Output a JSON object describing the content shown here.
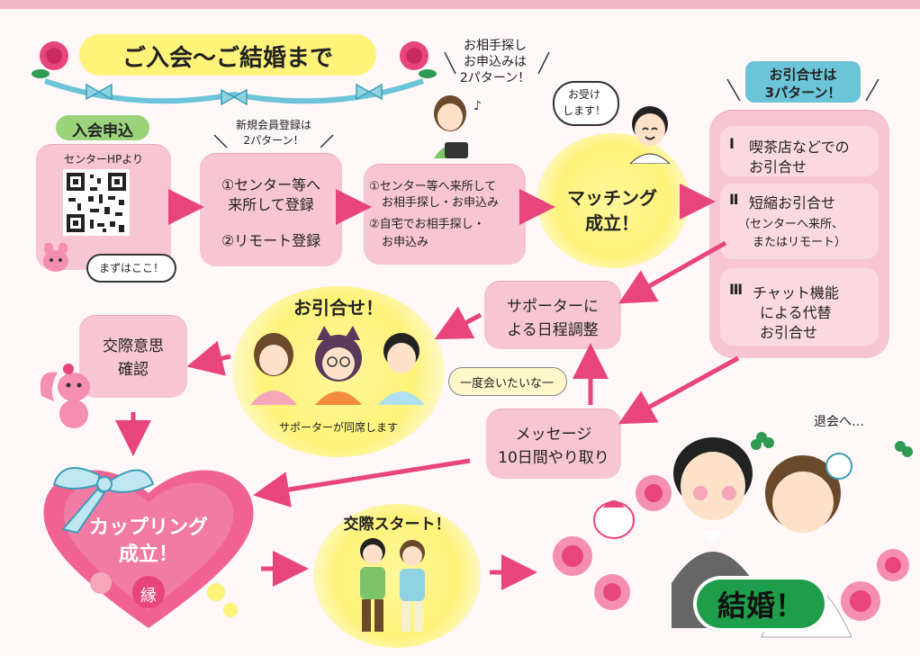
{
  "title": "ご入会〜ご結婚まで",
  "nyukai": {
    "heading": "入会申込",
    "hp_label": "センターHPより",
    "bubble": "まずはここ！"
  },
  "register": {
    "caption_line1": "新規会員登録は",
    "caption_line2": "2パターン！",
    "option1_line1": "①センター等へ",
    "option1_line2": "来所して登録",
    "option2": "②リモート登録"
  },
  "apply": {
    "caption_line1": "お相手探し",
    "caption_line2": "お申込みは",
    "caption_line3": "2パターン！",
    "line1": "①センター等へ来所して",
    "line2": "お相手探し・お申込み",
    "line3": "②自宅でお相手探し・",
    "line4": "お申込み"
  },
  "matching": {
    "bubble_line1": "お受け",
    "bubble_line2": "します！",
    "line1": "マッチング",
    "line2": "成立！"
  },
  "meeting_patterns": {
    "caption_line1": "お引合せは",
    "caption_line2": "3パターン！",
    "p1_num": "Ⅰ",
    "p1_line1": "喫茶店などでの",
    "p1_line2": "お引合せ",
    "p2_num": "Ⅱ",
    "p2_line1": "短縮お引合せ",
    "p2_line2": "（センターへ来所、",
    "p2_line3": "またはリモート）",
    "p3_num": "Ⅲ",
    "p3_line1": "チャット機能",
    "p3_line2": "による代替",
    "p3_line3": "お引合せ"
  },
  "supporter": {
    "line1": "サポーターに",
    "line2": "よる日程調整"
  },
  "hikiawase": {
    "title": "お引合せ！",
    "caption": "サポーターが同席します"
  },
  "kosai_ishi": {
    "line1": "交際意思",
    "line2": "確認"
  },
  "message": {
    "bubble": "一度会いたいな一",
    "line1": "メッセージ",
    "line2": "10日間やり取り"
  },
  "couple": {
    "line1": "カップリング",
    "line2": "成立！",
    "en": "縁"
  },
  "kosai_start": {
    "title": "交際スタート！"
  },
  "kekkon": {
    "taikai": "退会へ…",
    "title": "結婚！"
  },
  "colors": {
    "arrow": "#e8457c",
    "pink_box": "#f7c6d2",
    "yellow": "#fff37a",
    "heart": "#f06292",
    "ribbon": "#6cc4d8",
    "green_banner": "#1e9e4a"
  }
}
